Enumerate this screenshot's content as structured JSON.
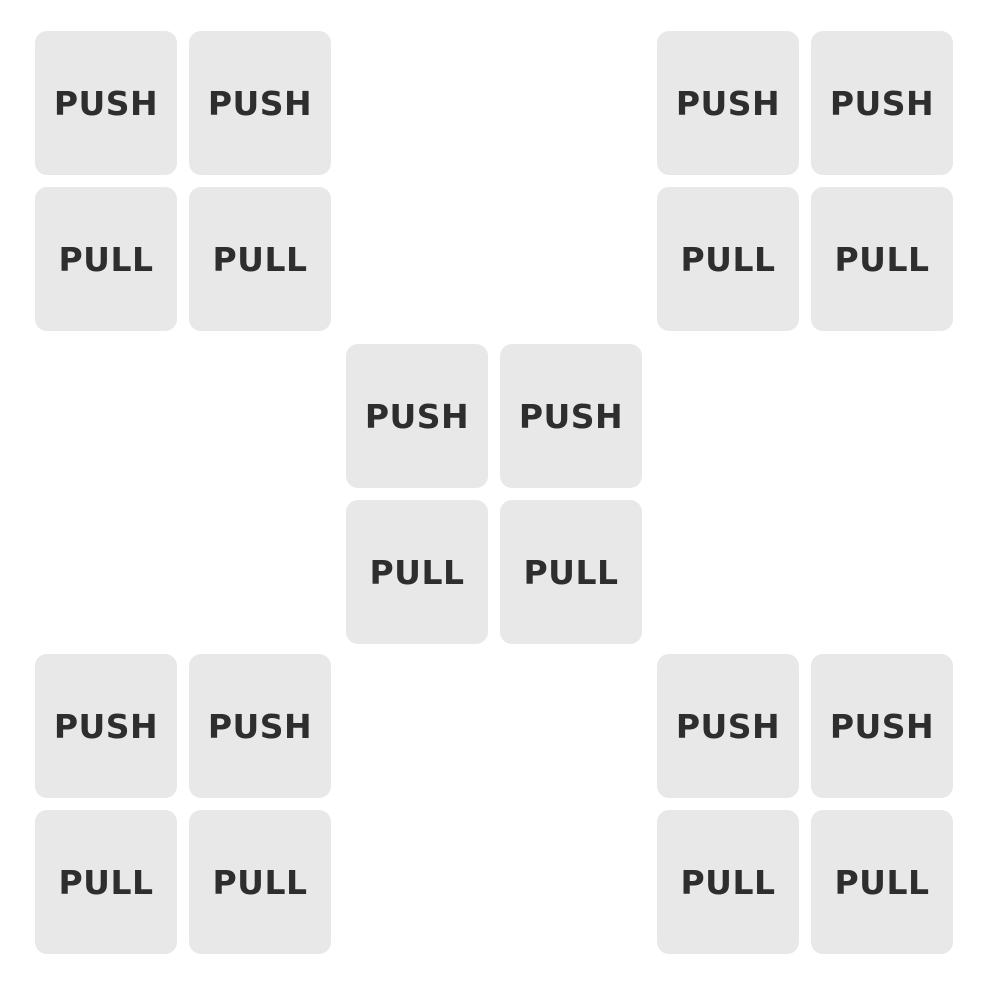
{
  "groups": {
    "top_left": {
      "tiles": [
        "PUSH",
        "PUSH",
        "PULL",
        "PULL"
      ]
    },
    "top_right": {
      "tiles": [
        "PUSH",
        "PUSH",
        "PULL",
        "PULL"
      ]
    },
    "center": {
      "tiles": [
        "PUSH",
        "PUSH",
        "PULL",
        "PULL"
      ]
    },
    "bottom_left": {
      "tiles": [
        "PUSH",
        "PUSH",
        "PULL",
        "PULL"
      ]
    },
    "bottom_right": {
      "tiles": [
        "PUSH",
        "PUSH",
        "PULL",
        "PULL"
      ]
    }
  },
  "colors": {
    "background": "#ffffff",
    "tile": "#e8e8e8",
    "text": "#2e2e2e"
  }
}
